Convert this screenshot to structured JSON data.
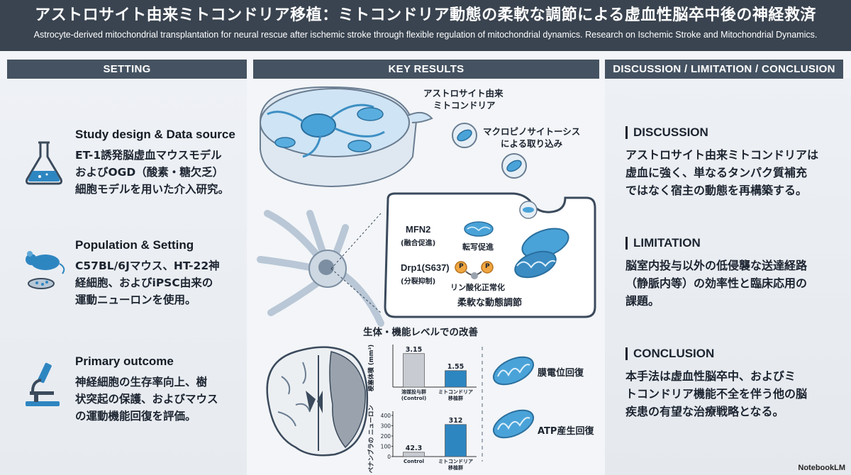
{
  "header": {
    "title": "アストロサイト由来ミトコンドリア移植：ミトコンドリア動態の柔軟な調節による虚血性脳卒中後の神経救済",
    "subtitle": "Astrocyte-derived mitochondrial transplantation for neural rescue after ischemic stroke through flexible regulation of mitochondrial dynamics. Research on Ischemic Stroke and Mitochondrial Dynamics."
  },
  "columns": {
    "setting": "SETTING",
    "key_results": "KEY RESULTS",
    "discussion": "DISCUSSION / LIMITATION / CONCLUSION"
  },
  "setting": {
    "study": {
      "icon": "flask-icon",
      "title": "Study design & Data source",
      "line1": "ET-1誘発脳虚血マウスモデル",
      "line2": "およびOGD（酸素・糖欠乏）",
      "line3": "細胞モデルを用いた介入研究。"
    },
    "population": {
      "icon": "mouse-icon",
      "title": "Population & Setting",
      "line1": "C57BL/6Jマウス、HT-22神",
      "line2": "経細胞、およびiPSC由来の",
      "line3": "運動ニューロンを使用。"
    },
    "outcome": {
      "icon": "microscope-icon",
      "title": "Primary outcome",
      "line1": "神経細胞の生存率向上、樹",
      "line2": "状突起の保護、およびマウス",
      "line3": "の運動機能回復を評価。"
    }
  },
  "results": {
    "astro_label1": "アストロサイト由来",
    "astro_label2": "ミトコンドリア",
    "macro_label1": "マクロピノサイトーシス",
    "macro_label2": "による取り込み",
    "mfn2": "MFN2",
    "mfn2_sub": "(融合促進)",
    "transcription": "転写促進",
    "drp1": "Drp1(S637)",
    "drp1_sub": "(分裂抑制)",
    "phospho": "リン酸化正常化",
    "flexible": "柔軟な動態調節",
    "p_label": "P",
    "improve_title": "生体・機能レベルでの改善",
    "membrane": "膜電位回復",
    "atp": "ATP産生回復"
  },
  "chart_data": [
    {
      "type": "bar",
      "ylabel": "梗塞体積 (mm³)",
      "categories": [
        "溶媒投与群 (Control)",
        "ミトコンドリア 移植群"
      ],
      "values": [
        3.15,
        1.55
      ],
      "value_labels": [
        "3.15",
        "1.55"
      ],
      "colors": [
        "#c8ccd2",
        "#2e86c1"
      ],
      "ylim": [
        0,
        3.6
      ]
    },
    {
      "type": "bar",
      "ylabel": "ペナンブラの ニューロン数",
      "categories": [
        "Control",
        "ミトコンドリア 移植群"
      ],
      "values": [
        42.3,
        312
      ],
      "value_labels": [
        "42.3",
        "312"
      ],
      "colors": [
        "#c8ccd2",
        "#2e86c1"
      ],
      "ylim": [
        0,
        400
      ],
      "yticks": [
        "0",
        "100",
        "200",
        "300",
        "400"
      ]
    }
  ],
  "discussion": {
    "discussion_title": "DISCUSSION",
    "discussion_l1": "アストロサイト由来ミトコンドリアは",
    "discussion_l2": "虚血に強く、単なるタンパク質補充",
    "discussion_l3": "ではなく宿主の動態を再構築する。",
    "limitation_title": "LIMITATION",
    "limitation_l1": "脳室内投与以外の低侵襲な送達経路",
    "limitation_l2": "（静脈内等）の効率性と臨床応用の",
    "limitation_l3": "課題。",
    "conclusion_title": "CONCLUSION",
    "conclusion_l1": "本手法は虚血性脳卒中、およびミ",
    "conclusion_l2": "トコンドリア機能不全を伴う他の脳",
    "conclusion_l3": "疾患の有望な治療戦略となる。"
  },
  "footer": {
    "brand": "NotebookLM"
  },
  "colors": {
    "header": "#3a4450",
    "column_header": "#455261",
    "accent_blue": "#2e86c1",
    "control_grey": "#c8ccd2"
  }
}
